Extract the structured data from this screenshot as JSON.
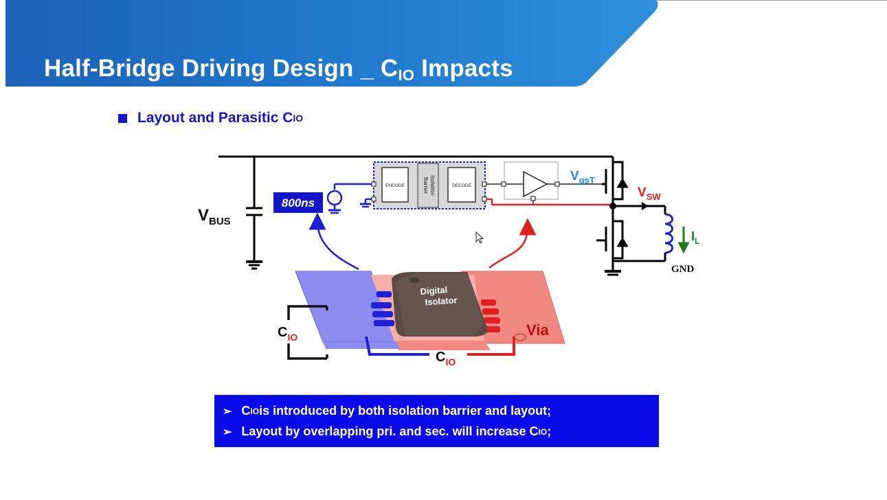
{
  "slide": {
    "title_main": "Half-Bridge Driving Design _ C",
    "title_sub": "IO",
    "title_tail": " Impacts",
    "bullet_main": "Layout and Parasitic C",
    "bullet_sub": "IO"
  },
  "diagram": {
    "vbus_main": "V",
    "vbus_sub": "BUS",
    "delay_label": "800ns",
    "encode_label": "ENCODE",
    "barrier_line1": "Isolation",
    "barrier_line2": "Barrier",
    "decode_label": "DECODE",
    "vgst_main": "V",
    "vgst_sub": "gsT",
    "vsw_main": "V",
    "vsw_sub": "SW",
    "il_main": "I",
    "il_sub": "L",
    "gnd_label": "GND",
    "chip_line1": "Digital",
    "chip_line2": "Isolator",
    "via_label": "Via",
    "cio_left_main": "C",
    "cio_left_sub": "IO",
    "cio_bottom_main": "C",
    "cio_bottom_sub": "IO"
  },
  "notes": {
    "line1_main": "C",
    "line1_sub": "IO",
    "line1_rest": " is introduced by both isolation barrier and layout;",
    "line2_text": "Layout by overlapping pri. and sec. will increase C",
    "line2_sub": "IO",
    "line2_end": ";"
  },
  "colors": {
    "banner_blue": "#1f6fc0",
    "bullet_blue": "#1414c8",
    "note_box": "#0a0ae8",
    "primary_blue": "#1f1fd6",
    "secondary_red": "#e02020",
    "vgst_cyan": "#1a8fe0",
    "il_green": "#1e7b1e"
  }
}
